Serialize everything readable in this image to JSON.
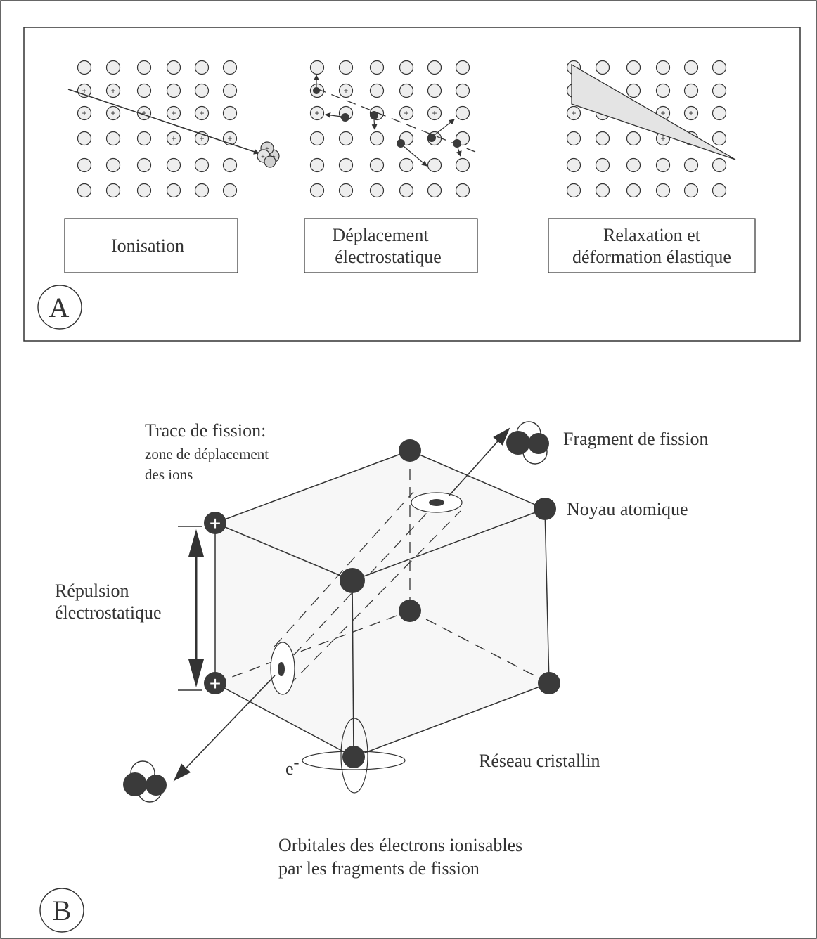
{
  "panel_a": {
    "badge": "A",
    "grids": [
      {
        "name": "ionisation",
        "label_lines": [
          "Ionisation"
        ],
        "ionized": [
          [
            1,
            0
          ],
          [
            1,
            1
          ],
          [
            2,
            0
          ],
          [
            2,
            1
          ],
          [
            2,
            2
          ],
          [
            2,
            3
          ],
          [
            2,
            4
          ],
          [
            3,
            3
          ],
          [
            3,
            4
          ],
          [
            3,
            5
          ]
        ]
      },
      {
        "name": "deplacement",
        "label_lines": [
          "Déplacement",
          "électrostatique"
        ],
        "ionized": [
          [
            1,
            1
          ],
          [
            2,
            0
          ],
          [
            2,
            3
          ],
          [
            2,
            4
          ]
        ]
      },
      {
        "name": "relaxation",
        "label_lines": [
          "Relaxation et",
          "déformation élastique"
        ],
        "ionized": [
          [
            2,
            0
          ],
          [
            2,
            3
          ],
          [
            2,
            4
          ],
          [
            3,
            3
          ]
        ]
      }
    ]
  },
  "panel_b": {
    "badge": "B",
    "trace_title": "Trace de fission:",
    "trace_sub_1": "zone de déplacement",
    "trace_sub_2": "des ions",
    "fragment_label": "Fragment de fission",
    "noyau_label": "Noyau atomique",
    "repulsion_1": "Répulsion",
    "repulsion_2": "électrostatique",
    "reseau_label": "Réseau cristallin",
    "electron_label": "e",
    "electron_sup": "-",
    "orbitales_1": "Orbitales des électrons ionisables",
    "orbitales_2": "par les fragments de fission",
    "plus_sign": "+"
  },
  "colors": {
    "line": "#333333",
    "atom_dark": "#3a3a3a",
    "atom_light": "#eeeeee",
    "cube_fill": "#f7f7f7",
    "wedge": "#e4e4e4"
  }
}
